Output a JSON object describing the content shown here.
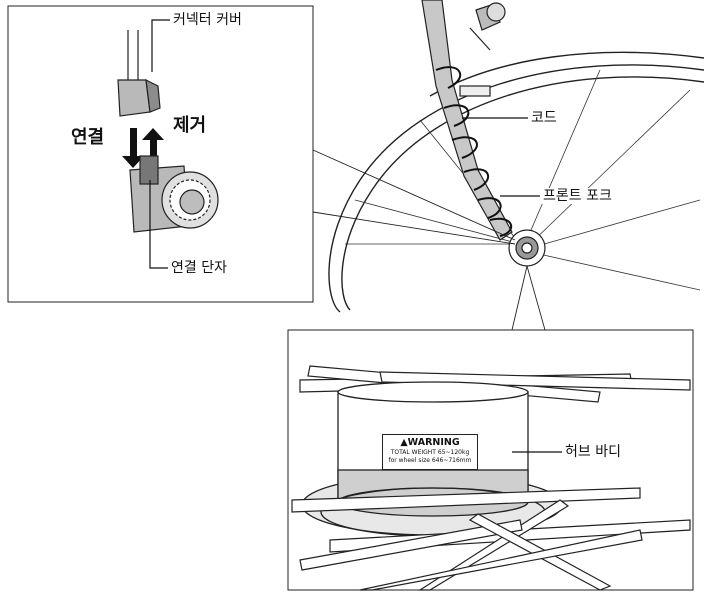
{
  "labels": {
    "connector_cover": "커넥터 커버",
    "connect": "연결",
    "remove": "제거",
    "connection_terminal": "연결 단자",
    "cord": "코드",
    "front_fork": "프론트 포크",
    "hub_body": "허브 바디"
  },
  "warning_sticker": {
    "title": "▲WARNING",
    "line1": "TOTAL WEIGHT 65~120kg",
    "line2": "for wheel size 646~716mm"
  },
  "colors": {
    "line": "#111111",
    "fork_fill": "#c8c8c8",
    "hub_band": "#cfcfcf",
    "spoke": "#ffffff"
  }
}
